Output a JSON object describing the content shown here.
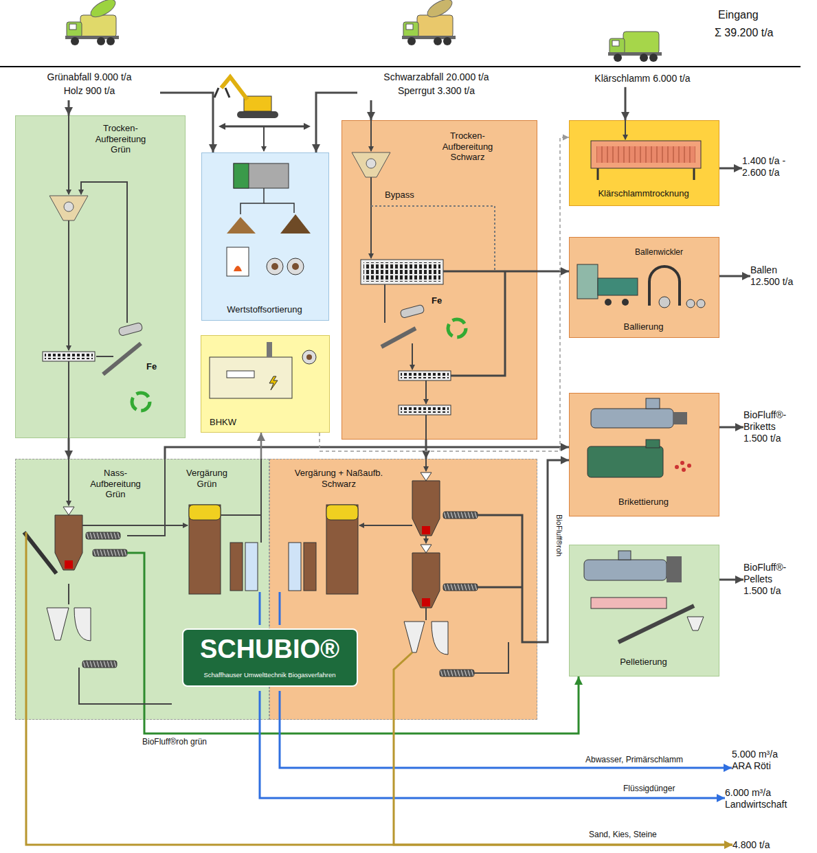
{
  "diagram": {
    "nodes": [
      {
        "text": [
          "Grünabfall 9.000 t/a",
          "Holz 900 t/a"
        ]
      },
      {
        "text": [
          "Schwarzabfall 20.000 t/a",
          "Sperrgut 3.300 t/a"
        ]
      },
      {
        "text": [
          "Klärschlamm 6.000 t/a"
        ]
      },
      {
        "text": [
          "Trocken-Aufbereitung Grün"
        ]
      },
      {
        "text": [
          "Wertstoffsortierung"
        ]
      },
      {
        "text": [
          "BHKW"
        ]
      },
      {
        "text": [
          "Trocken-Aufbereitung Schwarz"
        ]
      },
      {
        "text": [
          "Klärschlammtrocknung"
        ]
      },
      {
        "text": [
          "Ballenwickler",
          "Ballierung"
        ]
      },
      {
        "text": [
          "Nass-Aufbereitung Grün",
          "Vergärung Grün"
        ]
      },
      {
        "text": [
          "Vergärung + Naßaufb. Schwarz"
        ]
      },
      {
        "text": [
          "Brikettierung"
        ]
      },
      {
        "text": [
          "Pelletierung"
        ]
      },
      {
        "text": [
          "SCHUBIO®",
          "Schaffhauser Umwelttechnik Biogasverfahren"
        ]
      },
      {
        "text": [
          "1.400 t/a - 2.600 t/a"
        ]
      },
      {
        "text": [
          "Ballen 12.500 t/a"
        ]
      },
      {
        "text": [
          "BioFluff®-Briketts 1.500 t/a"
        ]
      },
      {
        "text": [
          "BioFluff®-Pellets 1.500 t/a"
        ]
      },
      {
        "text": [
          "5.000 m³/a ARA Röti"
        ]
      },
      {
        "text": [
          "6.000 m³/a Landwirtschaft"
        ]
      },
      {
        "text": [
          "4.800 t/a"
        ]
      }
    ],
    "edges": [
      {
        "from": 0,
        "to": 3,
        "arrow": "to"
      },
      {
        "from": 0,
        "to": 4,
        "arrow": "to"
      },
      {
        "from": 1,
        "to": 4,
        "arrow": "to"
      },
      {
        "from": 1,
        "to": 6,
        "arrow": "to"
      },
      {
        "from": 2,
        "to": 7,
        "arrow": "to"
      },
      {
        "from": 7,
        "to": 14,
        "arrow": "to"
      },
      {
        "from": 6,
        "to": 8,
        "arrow": "to"
      },
      {
        "from": 8,
        "to": 15,
        "arrow": "to"
      },
      {
        "from": 3,
        "to": 9,
        "arrow": "to"
      },
      {
        "from": 6,
        "to": 10,
        "arrow": "to"
      },
      {
        "from": 9,
        "to": 11,
        "arrow": "to"
      },
      {
        "from": 10,
        "to": 11,
        "arrow": "to"
      },
      {
        "from": 11,
        "to": 16,
        "arrow": "to"
      },
      {
        "from": 12,
        "to": 17,
        "arrow": "to"
      },
      {
        "from": 9,
        "to": 5,
        "arrow": "to"
      },
      {
        "from": 5,
        "to": 7,
        "arrow": "to"
      },
      {
        "from": 9,
        "to": 12,
        "arrow": "to",
        "label": "BioFluff®roh grün"
      },
      {
        "from": 10,
        "to": 18,
        "arrow": "to",
        "label": "Abwasser, Primärschlamm"
      },
      {
        "from": 9,
        "to": 19,
        "arrow": "to",
        "label": "Flüssigdünger"
      },
      {
        "from": 9,
        "to": 20,
        "arrow": "to",
        "label": "Sand, Kies, Steine"
      },
      {
        "from": 10,
        "to": 20,
        "arrow": "to"
      }
    ],
    "labels": [
      "Eingang",
      "Σ 39.200 t/a",
      "Fe",
      "Bypass",
      "Fe",
      "BioFluff®roh"
    ]
  }
}
